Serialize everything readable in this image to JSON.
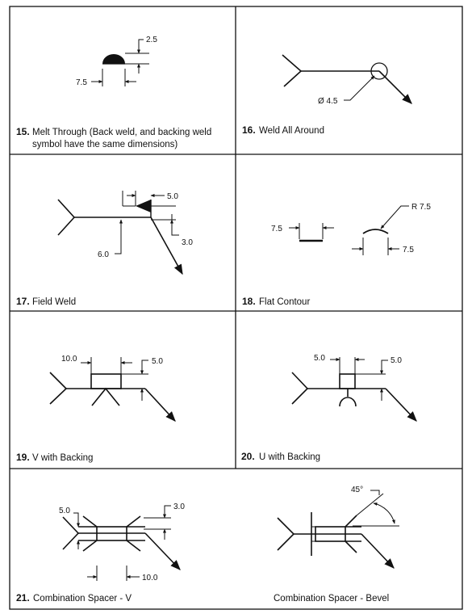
{
  "cells": {
    "c15": {
      "num": "15.",
      "line1": "Melt Through (Back weld, and backing weld",
      "line2": "symbol have the same dimensions)",
      "dims": [
        "2.5",
        "7.5"
      ]
    },
    "c16": {
      "num": "16.",
      "caption": "Weld All Around",
      "dims": [
        "Ø 4.5"
      ]
    },
    "c17": {
      "num": "17.",
      "caption": "Field Weld",
      "dims": [
        "5.0",
        "3.0",
        "6.0"
      ]
    },
    "c18": {
      "num": "18.",
      "caption": "Flat Contour",
      "dims": [
        "7.5",
        "R 7.5",
        "7.5"
      ]
    },
    "c19": {
      "num": "19.",
      "caption": "V with Backing",
      "dims": [
        "10.0",
        "5.0"
      ]
    },
    "c20": {
      "num": "20.",
      "caption": "U with Backing",
      "dims": [
        "5.0",
        "5.0"
      ]
    },
    "c21": {
      "num": "21.",
      "caption": "Combination Spacer - V",
      "dims": [
        "5.0",
        "3.0",
        "10.0"
      ]
    },
    "c22": {
      "caption": "Combination Spacer - Bevel",
      "dims": [
        "45°"
      ]
    }
  }
}
